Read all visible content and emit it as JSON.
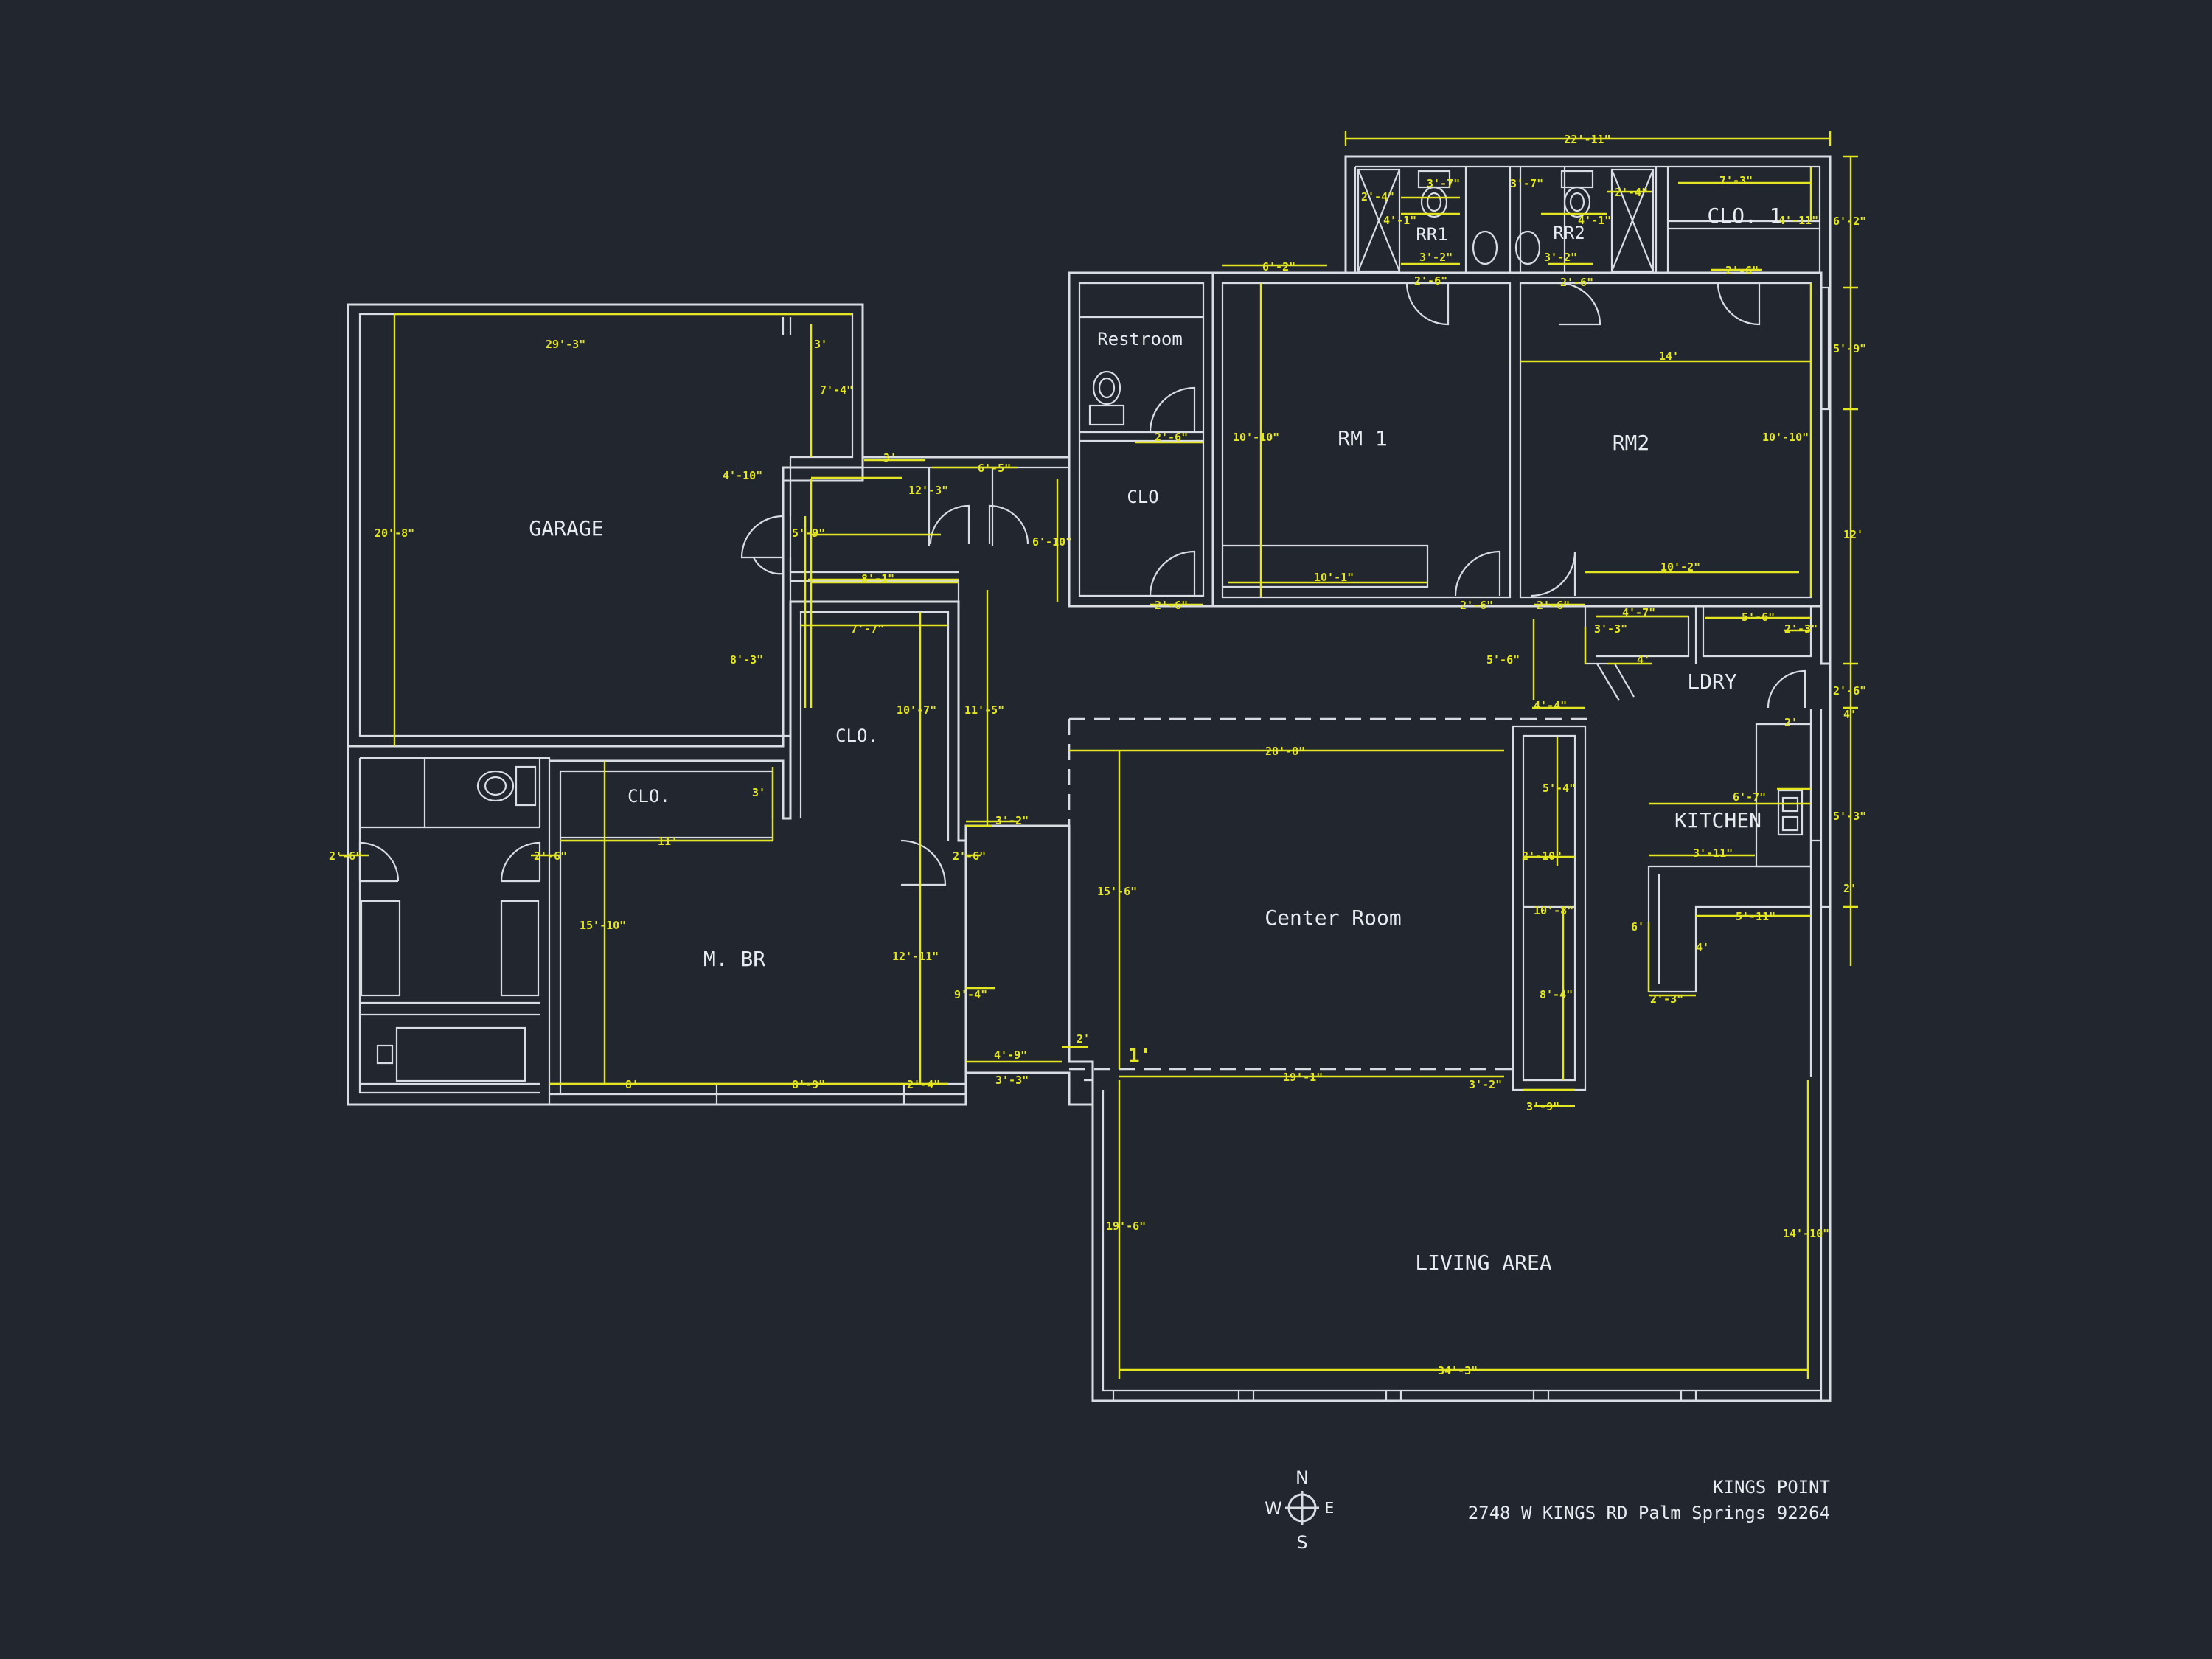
{
  "plan": {
    "rooms": {
      "garage": "GARAGE",
      "restroom": "Restroom",
      "clo_small": "CLO",
      "rm1": "RM 1",
      "rm2": "RM2",
      "rr1": "RR1",
      "rr2": "RR2",
      "clo1": "CLO. 1",
      "clo_hall": "CLO.",
      "clo_mbr": "CLO.",
      "mbr": "M. BR",
      "center_room": "Center Room",
      "ldry": "LDRY",
      "kitchen": "KITCHEN",
      "living_area": "LIVING AREA"
    },
    "dimensions": {
      "top_overall": "22'-11\"",
      "rr1_a": "3'-7\"",
      "rr1_b": "4'-1\"",
      "rr1_c": "3'-2\"",
      "rr1_d": "2'-6\"",
      "rr1_e": "2'-4\"",
      "rr2_a": "3'-7\"",
      "rr2_b": "3'-2\"",
      "rr2_c": "2'-6\"",
      "rr2_d": "2'-4\"",
      "rr2_e": "4'-1\"",
      "clo1_w": "7'-3\"",
      "clo1_h": "4'-11\"",
      "clo1_door": "2'-6\"",
      "right_top": "6'-2\"",
      "right_b": "5'-9\"",
      "right_c": "12'",
      "right_d": "2'-6\"",
      "right_e": "4'",
      "right_f": "5'-3\"",
      "right_g": "2'",
      "rm1_top": "6'-2\"",
      "rm1_side": "10'-10\"",
      "rm1_bottom": "10'-1\"",
      "rm1_door": "2'-6\"",
      "rm2_top": "14'",
      "rm2_side": "10'-10\"",
      "rm2_bottom": "10'-2\"",
      "rm2_door": "2'-6\"",
      "restroom_door": "2'-6\"",
      "clo_door": "2'-6\"",
      "garage_w": "29'-3\"",
      "garage_small": "3'",
      "garage_h": "20'-8\"",
      "garage_notch": "7'-4\"",
      "hall_a": "3'",
      "hall_b": "4'-10\"",
      "hall_c": "6'-5\"",
      "hall_d": "12'-3\"",
      "hall_e": "5'-9\"",
      "hall_f": "6'-10\"",
      "hall_g": "8'-1\"",
      "hall_h": "8'-3\"",
      "clo_hall_w": "7'-7\"",
      "clo_hall_h": "10'-7\"",
      "corr_a": "11'-5\"",
      "corr_b": "3'-2\"",
      "corr_c": "2'-6\"",
      "mbr_clo_w": "11'",
      "mbr_clo_h": "3'",
      "bath_left": "2'-6\"",
      "bath_right": "2'-6\"",
      "mbr_h": "15'-10\"",
      "mbr_right": "12'-11\"",
      "mbr_b1": "8'",
      "mbr_b2": "8'-9\"",
      "mbr_b3": "2'-4\"",
      "entry_a": "9'-4\"",
      "entry_b": "4'-9\"",
      "entry_c": "3'-3\"",
      "entry_d": "2'",
      "center_w": "28'-8\"",
      "center_h": "15'-6\"",
      "center_b": "19'-1\"",
      "center_small": "1'",
      "ldry_a": "4'-7\"",
      "ldry_b": "3'-3\"",
      "ldry_c": "4'",
      "ldry_d": "5'-6\"",
      "ldry_e": "2'-3\"",
      "ldry_f": "5'-6\"",
      "k_a": "4'-4\"",
      "k_b": "5'-4\"",
      "k_c": "2'-10\"",
      "k_d": "10'-8\"",
      "k_e": "8'-4\"",
      "k_f": "3'-2\"",
      "k_g": "3'-9\"",
      "k_h": "6'-7\"",
      "k_i": "3'-11\"",
      "k_j": "5'-11\"",
      "k_k": "6'",
      "k_l": "4'",
      "k_m": "2'-3\"",
      "k_n": "2'",
      "living_left": "19'-6\"",
      "living_right": "14'-10\"",
      "living_bottom": "34'-3\""
    },
    "compass": {
      "n": "N",
      "s": "S",
      "e": "E",
      "w": "W"
    },
    "title_block": {
      "name": "KINGS POINT",
      "address": "2748 W KINGS RD Palm Springs 92264"
    }
  },
  "colors": {
    "background": "#21262f",
    "walls": "#d9dde3",
    "dimensions": "#e3e620",
    "labels": "#e8ebef"
  }
}
